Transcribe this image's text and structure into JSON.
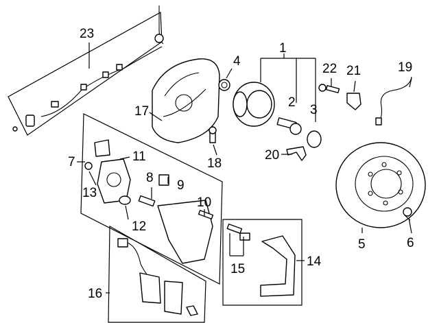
{
  "diagram": {
    "callouts": [
      {
        "id": "c1",
        "text": "1"
      },
      {
        "id": "c2",
        "text": "2"
      },
      {
        "id": "c3",
        "text": "3"
      },
      {
        "id": "c4",
        "text": "4"
      },
      {
        "id": "c5",
        "text": "5"
      },
      {
        "id": "c6",
        "text": "6"
      },
      {
        "id": "c7",
        "text": "7"
      },
      {
        "id": "c8",
        "text": "8"
      },
      {
        "id": "c9",
        "text": "9"
      },
      {
        "id": "c10",
        "text": "10"
      },
      {
        "id": "c11",
        "text": "11"
      },
      {
        "id": "c12",
        "text": "12"
      },
      {
        "id": "c13",
        "text": "13"
      },
      {
        "id": "c14",
        "text": "14"
      },
      {
        "id": "c15",
        "text": "15"
      },
      {
        "id": "c16",
        "text": "16"
      },
      {
        "id": "c17",
        "text": "17"
      },
      {
        "id": "c18",
        "text": "18"
      },
      {
        "id": "c19",
        "text": "19"
      },
      {
        "id": "c20",
        "text": "20"
      },
      {
        "id": "c21",
        "text": "21"
      },
      {
        "id": "c22",
        "text": "22"
      },
      {
        "id": "c23",
        "text": "23"
      }
    ],
    "colors": {
      "line": "#000000",
      "background": "#ffffff"
    }
  }
}
